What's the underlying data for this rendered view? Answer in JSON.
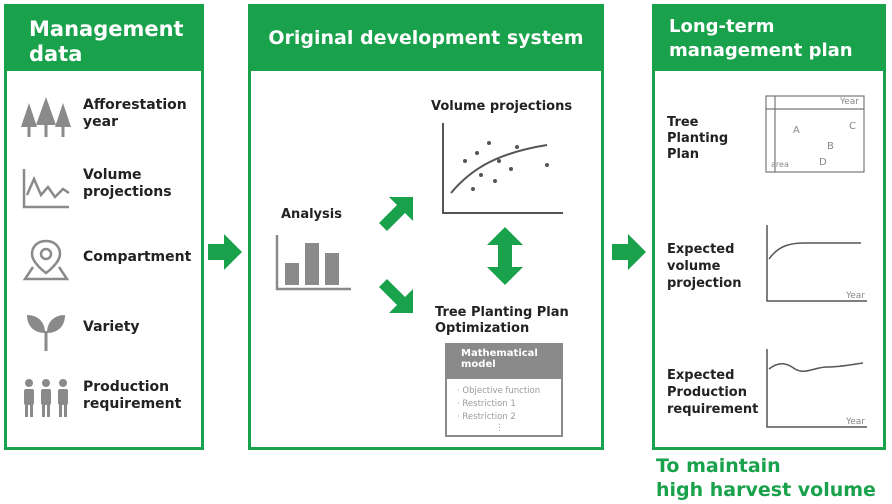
{
  "management": {
    "title_line1": "Management",
    "title_line2": "data",
    "items": [
      {
        "line1": "Afforestation",
        "line2": "year",
        "icon": "forest-icon"
      },
      {
        "line1": "Volume",
        "line2": "projections",
        "icon": "line-graph-icon"
      },
      {
        "line1": "Compartment",
        "line2": "",
        "icon": "map-pin-icon"
      },
      {
        "line1": "Variety",
        "line2": "",
        "icon": "sprout-icon"
      },
      {
        "line1": "Production",
        "line2": "requirement",
        "icon": "people-icon"
      }
    ]
  },
  "system": {
    "title": "Original development system",
    "analysis_label": "Analysis",
    "volume_label": "Volume projections",
    "optimization_line1": "Tree Planting Plan",
    "optimization_line2": "Optimization",
    "model_title_line1": "Mathematical",
    "model_title_line2": "model",
    "model_items": [
      "· Objective function",
      "· Restriction 1",
      "· Restriction 2",
      "⋮"
    ]
  },
  "plan": {
    "title_line1": "Long-term",
    "title_line2": "management plan",
    "tree_plan": {
      "line1": "Tree",
      "line2": "Planting",
      "line3": "Plan",
      "table_year": "Year",
      "table_area": "area",
      "cells": [
        "A",
        "B",
        "C",
        "D"
      ]
    },
    "expected_volume": {
      "line1": "Expected",
      "line2": "volume",
      "line3": "projection",
      "axis": "Year"
    },
    "expected_production": {
      "line1": "Expected",
      "line2": "Production",
      "line3": "requirement",
      "axis": "Year"
    }
  },
  "footer": {
    "line1": "To maintain",
    "line2": "high harvest volume"
  },
  "colors": {
    "green": "#1aa14c",
    "gray_icon": "#8a8a8a",
    "chart_line": "#555555"
  }
}
